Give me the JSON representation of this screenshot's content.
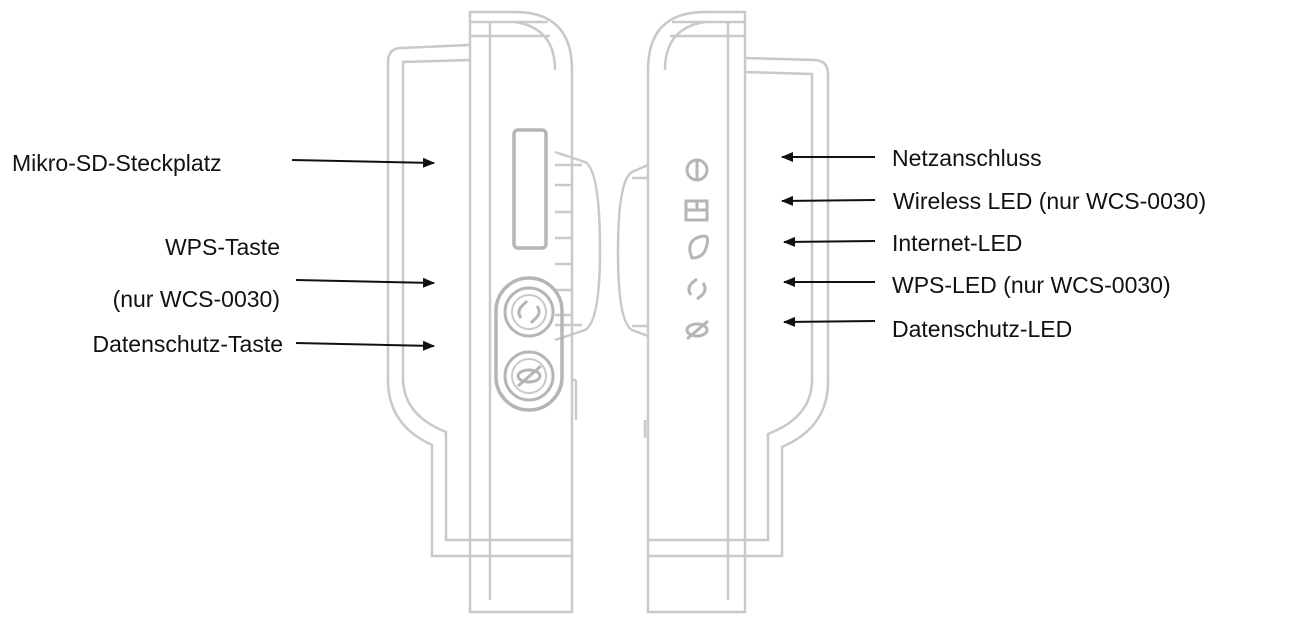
{
  "colors": {
    "outline": "#c9c9c9",
    "outline_dark": "#b5b5b5",
    "arrow": "#111111",
    "text": "#111111",
    "background": "#ffffff"
  },
  "icons": {
    "power_led": "power-icon",
    "wireless_led": "wireless-icon",
    "internet_led": "internet-icon",
    "wps_led": "wps-icon",
    "privacy_led": "privacy-icon"
  },
  "left_labels": {
    "microsd_slot": "Mikro-SD-Steckplatz",
    "wps_button_line1": "WPS-Taste",
    "wps_button_line2": "(nur WCS-0030)",
    "privacy_button": "Datenschutz-Taste"
  },
  "right_labels": {
    "power_port": "Netzanschluss",
    "wireless_led": "Wireless LED (nur WCS-0030)",
    "internet_led": "Internet-LED",
    "wps_led": "WPS-LED (nur WCS-0030)",
    "privacy_led": "Datenschutz-LED"
  }
}
